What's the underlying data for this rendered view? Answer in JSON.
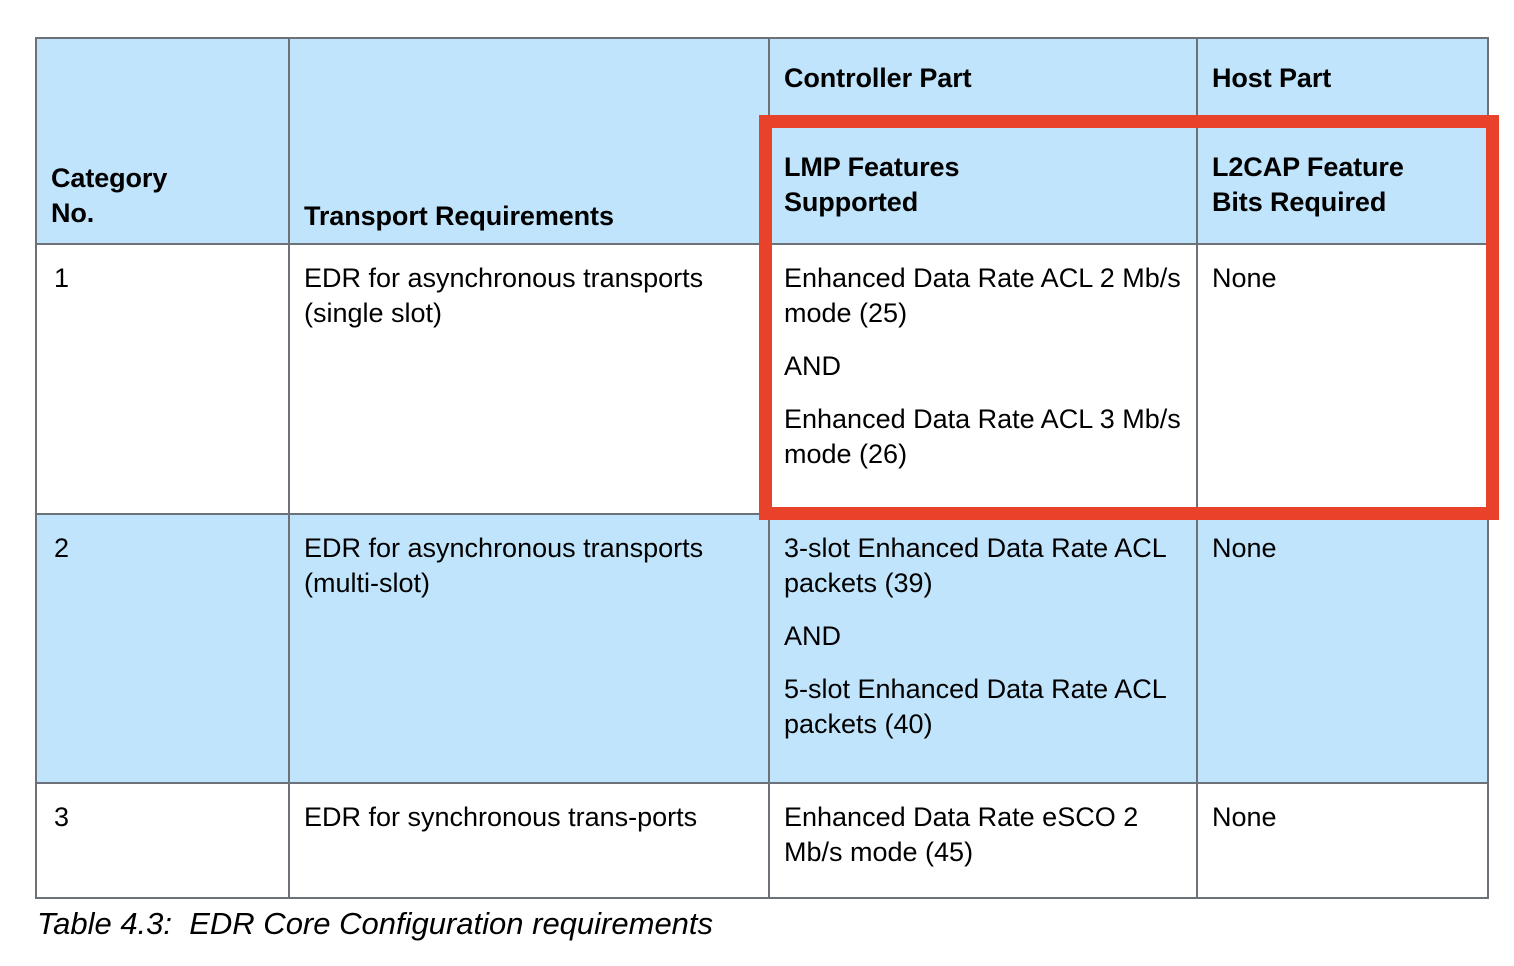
{
  "colors": {
    "header_fill": "#c0e4fb",
    "row_alt_fill": "#c0e4fb",
    "row_fill": "#ffffff",
    "grid_line": "#6d7278",
    "highlight": "#e8422a"
  },
  "table": {
    "caption": "Table 4.3:  EDR Core Configuration requirements",
    "group_headers": {
      "controller": "Controller Part",
      "host": "Host Part"
    },
    "columns": [
      {
        "key": "category_no",
        "label": "Category\nNo."
      },
      {
        "key": "transport_requirements",
        "label": "Transport Requirements"
      },
      {
        "key": "lmp_features",
        "label": "LMP Features\nSupported"
      },
      {
        "key": "l2cap_bits",
        "label": "L2CAP Feature\nBits Required"
      }
    ],
    "column_labels": {
      "category_no_line1": "Category",
      "category_no_line2": "No.",
      "transport_requirements": "Transport Requirements",
      "lmp_features_line1": "LMP Features",
      "lmp_features_line2": "Supported",
      "l2cap_line1": "L2CAP Feature",
      "l2cap_line2": "Bits Required"
    },
    "rows": [
      {
        "category_no": "1",
        "transport_requirements": "EDR for asynchronous transports (single slot)",
        "lmp_features": [
          "Enhanced Data Rate ACL 2 Mb/s mode (25)",
          "AND",
          "Enhanced Data Rate ACL 3 Mb/s mode (26)"
        ],
        "l2cap_bits": "None",
        "shaded": false
      },
      {
        "category_no": "2",
        "transport_requirements": "EDR for asynchronous transports (multi-slot)",
        "lmp_features": [
          "3-slot Enhanced Data Rate ACL packets (39)",
          "AND",
          "5-slot Enhanced Data Rate ACL packets (40)"
        ],
        "l2cap_bits": "None",
        "shaded": true
      },
      {
        "category_no": "3",
        "transport_requirements": "EDR for synchronous trans-ports",
        "lmp_features": [
          "Enhanced Data Rate eSCO 2 Mb/s mode (45)"
        ],
        "l2cap_bits": "None",
        "shaded": false
      }
    ]
  },
  "annotation": {
    "highlight_label": "red-rectangle-highlight",
    "covers": "LMP Features Supported and L2CAP Feature Bits Required header cells plus category 1 row"
  }
}
